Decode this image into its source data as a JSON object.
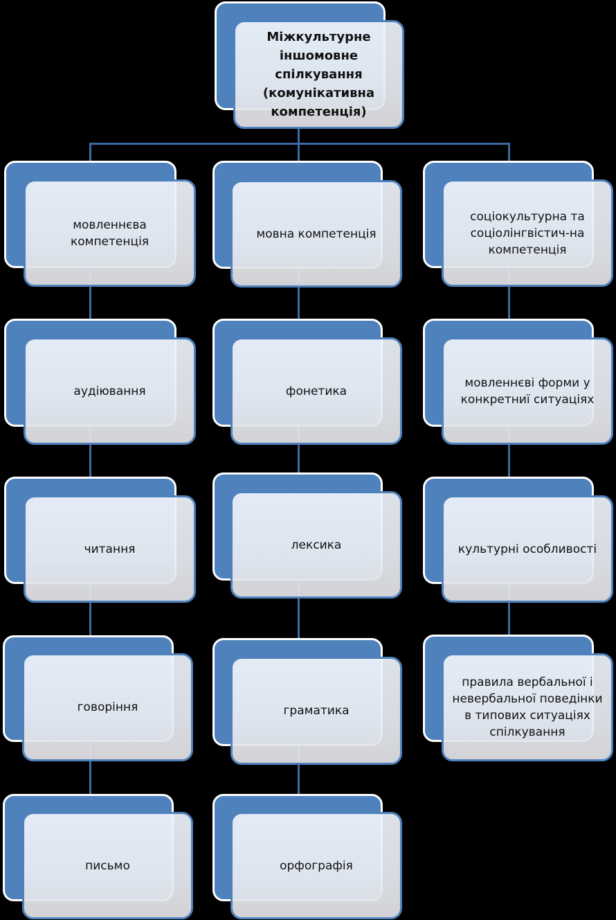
{
  "root": "Міжкультурне іншомовне спілкування (комунікативна компетенція)",
  "columns": [
    {
      "items": [
        "мовленнєва компетенція",
        "аудіювання",
        "читання",
        "говоріння",
        "письмо"
      ]
    },
    {
      "items": [
        "мовна компетенція",
        "фонетика",
        "лексика",
        "граматика",
        "орфографія"
      ]
    },
    {
      "items": [
        "соціокультурна та соціолінгвістич-на компетенція",
        "мовленнєві форми у конкретниї ситуаціях",
        "культурні особливості",
        "правила вербальної і невербальної поведінки в типових ситуаціях спілкування"
      ]
    }
  ],
  "colors": {
    "background": "#000000",
    "accent": "#4f81bd"
  }
}
